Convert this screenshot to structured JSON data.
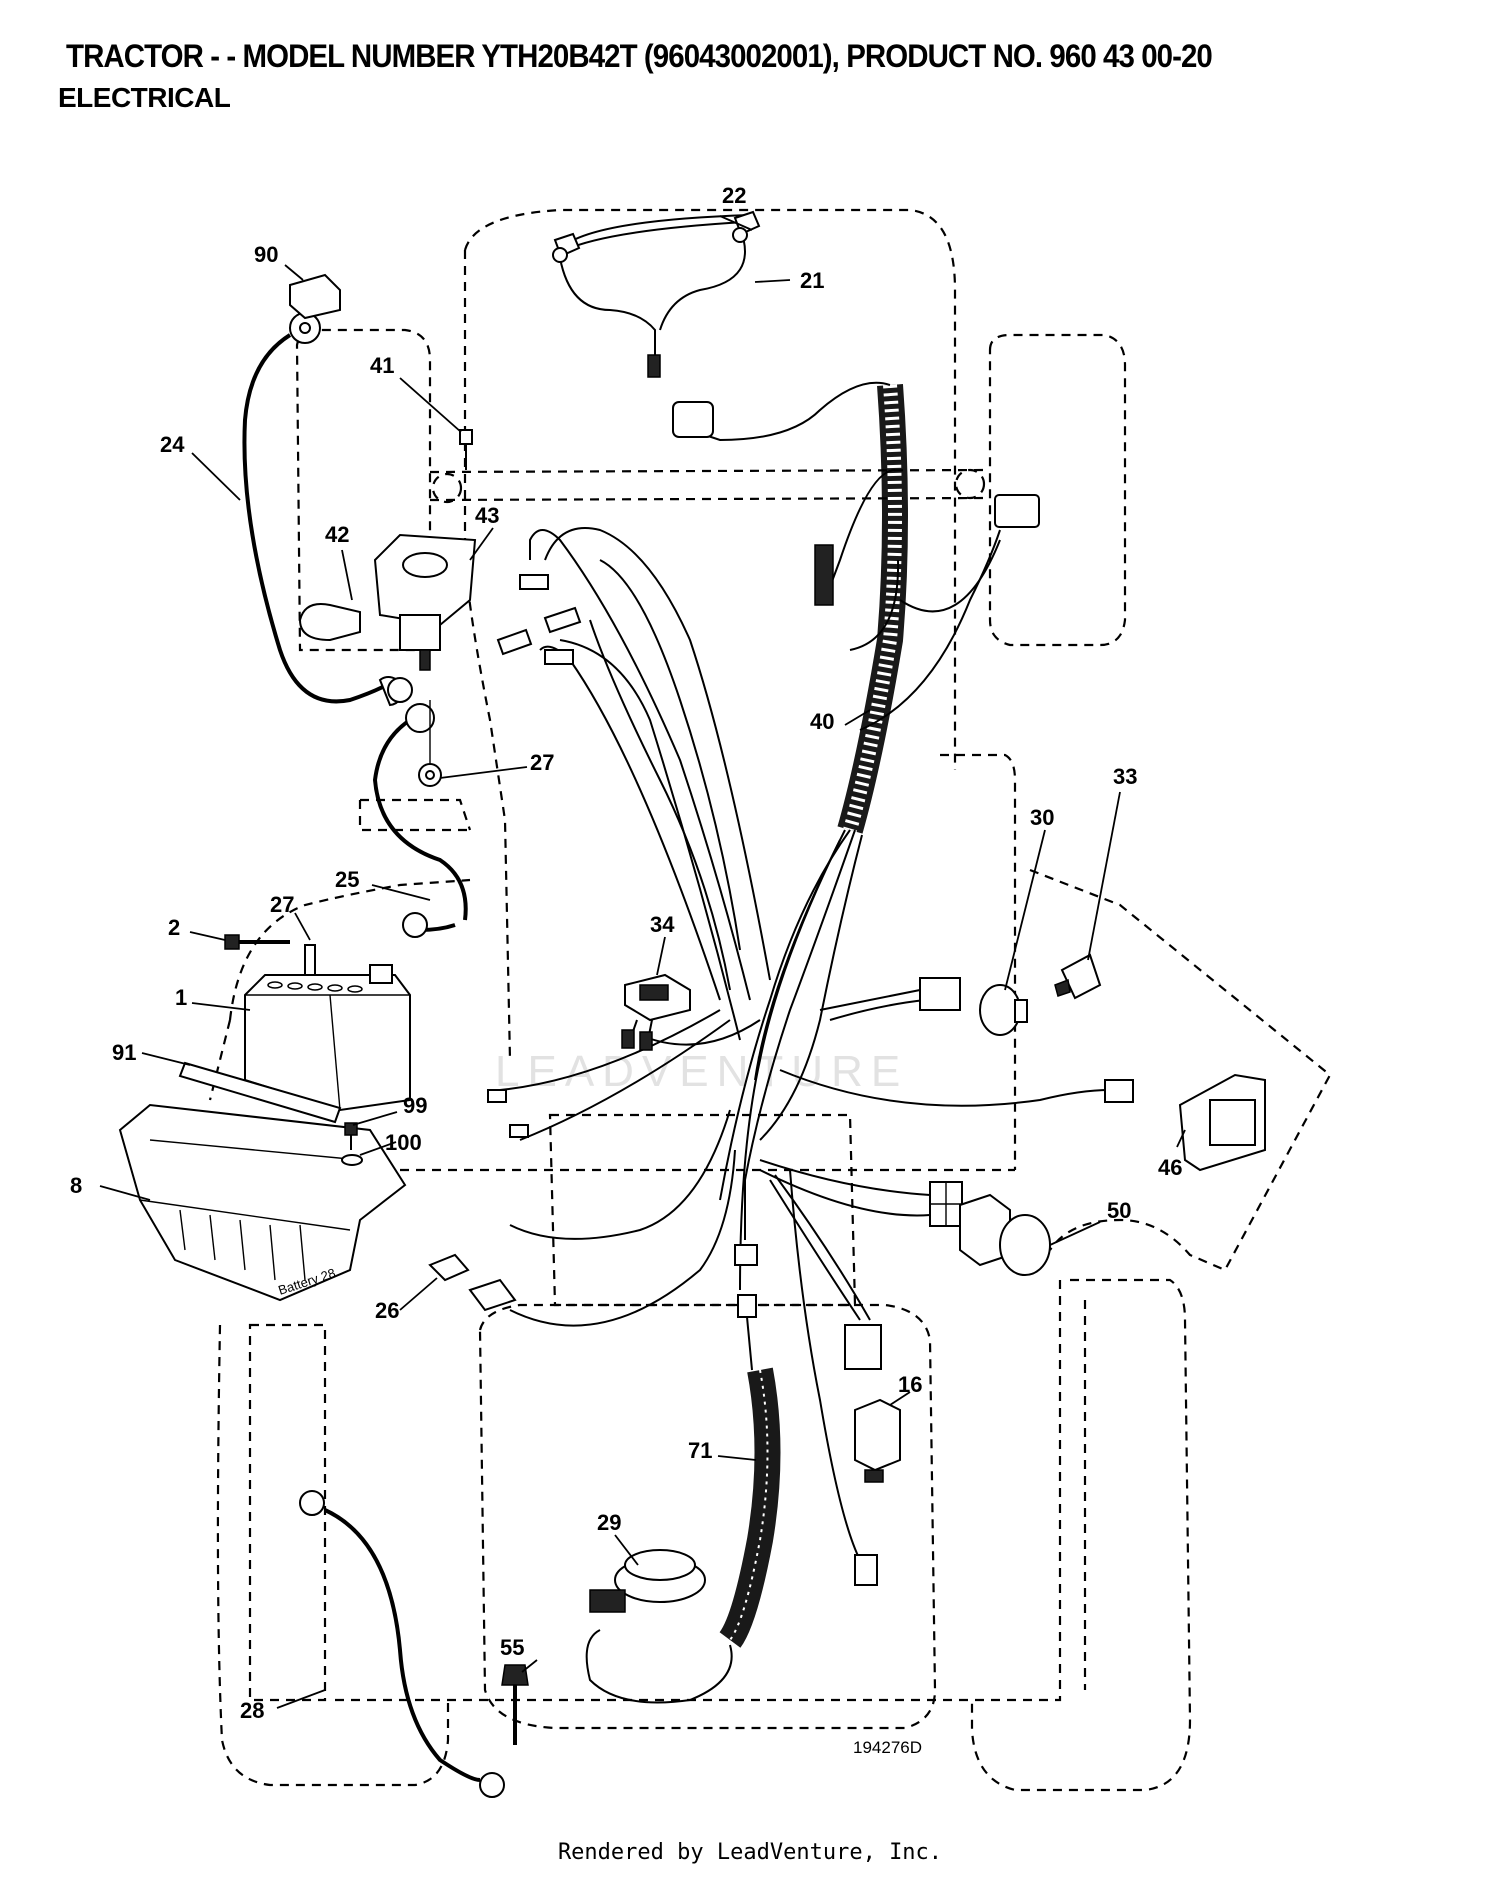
{
  "header": {
    "title": "TRACTOR - - MODEL NUMBER YTH20B42T (96043002001), PRODUCT NO. 960 43 00-20",
    "section": "ELECTRICAL"
  },
  "diagram": {
    "drawing_number": "194276D",
    "watermark": "LEADVENTURE",
    "battery_label": "Battery 28",
    "callouts": {
      "c1": "1",
      "c2": "2",
      "c8": "8",
      "c16": "16",
      "c21": "21",
      "c22": "22",
      "c24": "24",
      "c25": "25",
      "c26": "26",
      "c27a": "27",
      "c27b": "27",
      "c28": "28",
      "c29": "29",
      "c30": "30",
      "c33": "33",
      "c34": "34",
      "c40": "40",
      "c41": "41",
      "c42": "42",
      "c43": "43",
      "c46": "46",
      "c50": "50",
      "c55": "55",
      "c71": "71",
      "c90": "90",
      "c91": "91",
      "c99": "99",
      "c100": "100"
    }
  },
  "footer": {
    "rendered_by": "Rendered by LeadVenture, Inc."
  }
}
